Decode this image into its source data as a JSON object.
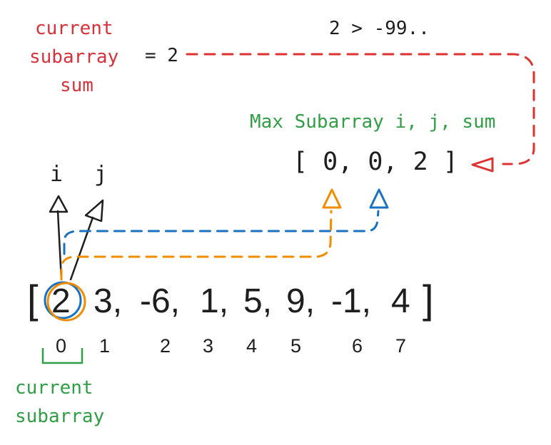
{
  "colors": {
    "red": "#e03131",
    "green": "#2f9e44",
    "orange": "#f08c00",
    "blue": "#1971c2",
    "ink": "#1e1e1e"
  },
  "current_sum": {
    "label_lines": [
      "current",
      "subarray",
      "sum"
    ],
    "equals_text": "= 2"
  },
  "comparison_text": "2 > -99..",
  "max_subarray": {
    "title": "Max Subarray i, j, sum",
    "value_text": "[ 0, 0, 2 ]"
  },
  "pointers": {
    "i_label": "i",
    "j_label": "j"
  },
  "array": {
    "open_bracket": "[",
    "close_bracket": "]",
    "values": [
      "2",
      "3,",
      "-6,",
      "1,",
      "5,",
      "9,",
      "-1,",
      "4"
    ],
    "indices": [
      "0",
      "1",
      "2",
      "3",
      "4",
      "5",
      "6",
      "7"
    ]
  },
  "current_subarray": {
    "label_lines": [
      "current",
      "subarray"
    ]
  }
}
